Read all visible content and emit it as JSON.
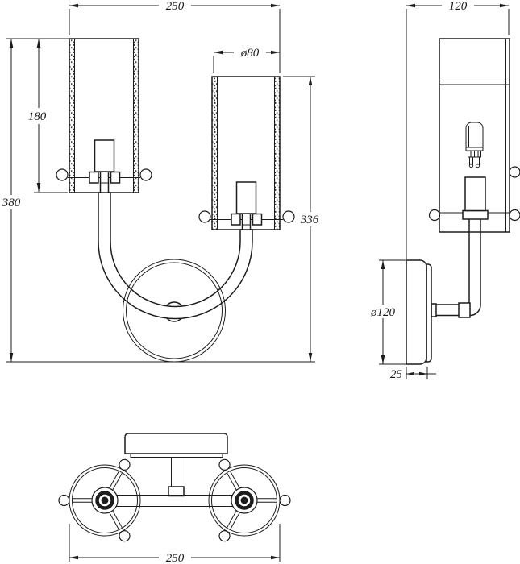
{
  "drawing_title": "wall-sconce-technical-drawing",
  "colors": {
    "line": "#1c1c1c",
    "background": "#ffffff"
  },
  "views": {
    "front": {
      "width": "250",
      "shade_height": "180",
      "total_height": "380",
      "shade_diameter": "ø80",
      "lower_shade_height": "336"
    },
    "side": {
      "depth": "120",
      "plate_diameter": "ø120",
      "plate_depth": "25"
    },
    "bottom": {
      "width": "250"
    }
  }
}
